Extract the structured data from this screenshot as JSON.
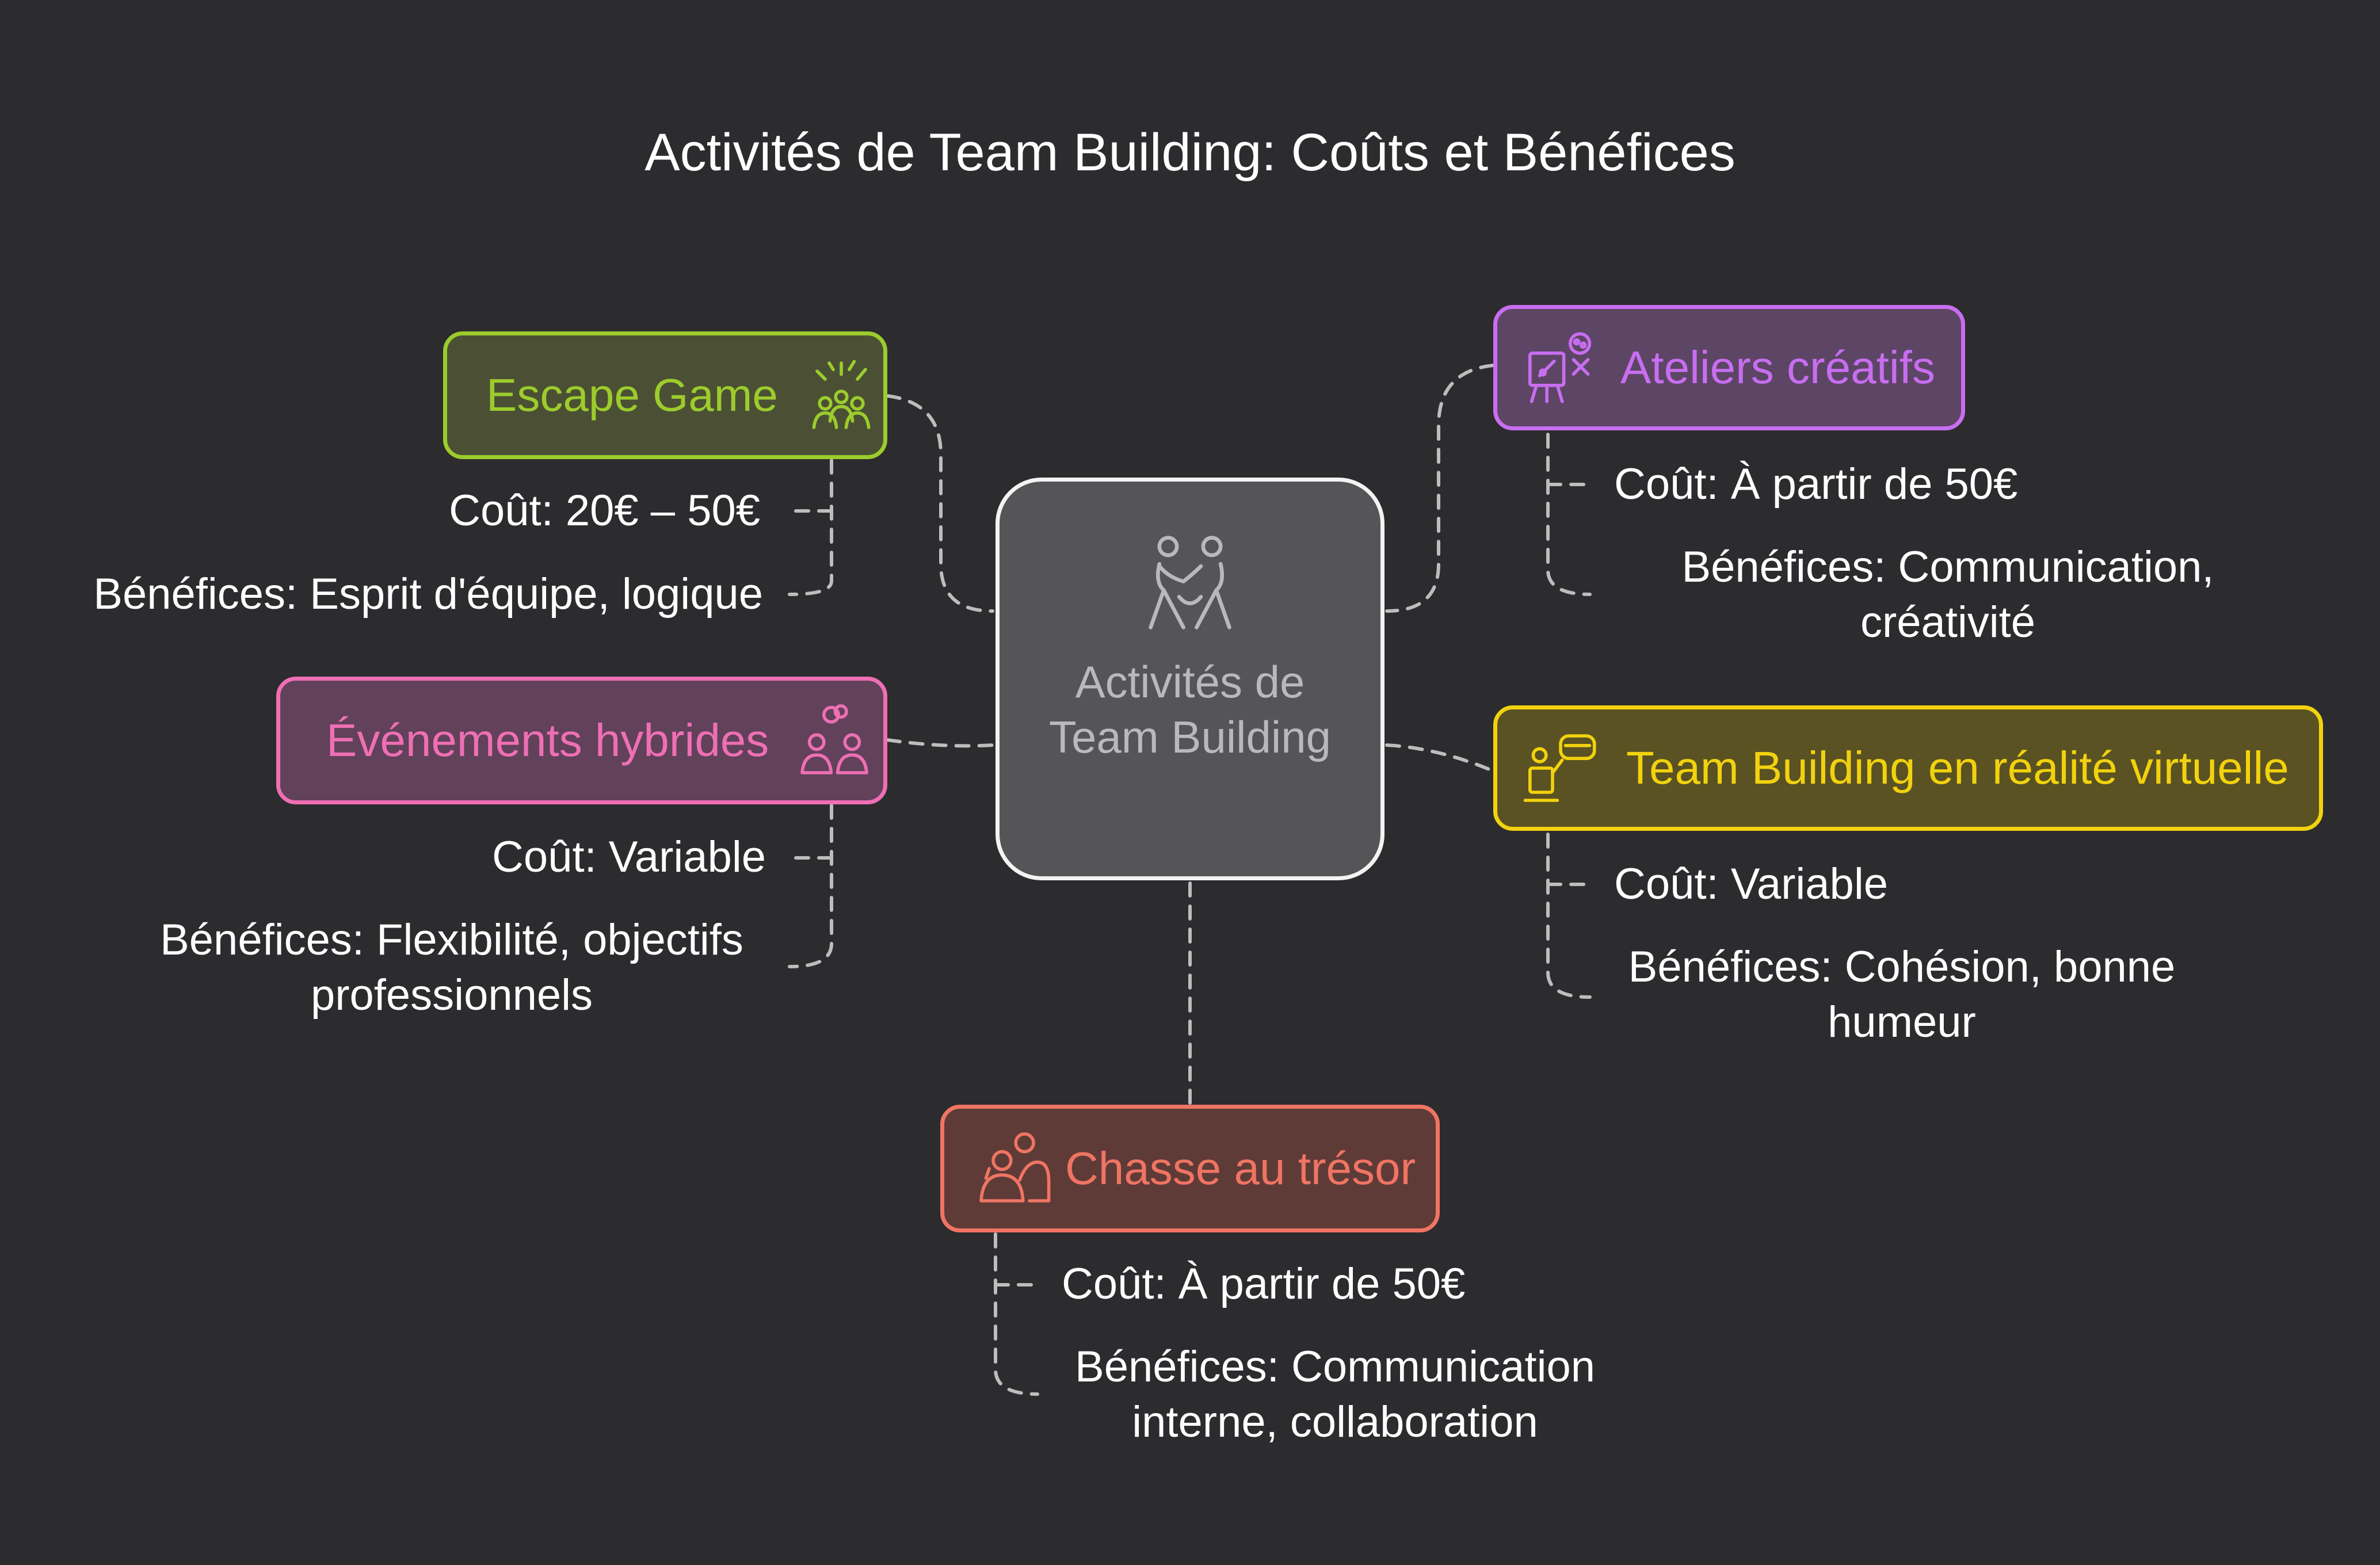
{
  "title": "Activités de Team Building: Coûts et Bénéfices",
  "center": {
    "label": "Activités de Team Building",
    "icon": "people-hug-icon"
  },
  "activities": [
    {
      "id": "escape-game",
      "name": "Escape Game",
      "icon": "celebration-group-icon",
      "color": "#9ccc2c",
      "cost": "Coût: 20€ – 50€",
      "benefits_lines": [
        "Bénéfices: Esprit d'équipe, logique"
      ]
    },
    {
      "id": "ateliers-creatifs",
      "name": "Ateliers créatifs",
      "icon": "easel-palette-icon",
      "color": "#c86ef0",
      "cost": "Coût: À partir de 50€",
      "benefits_lines": [
        "Bénéfices: Communication,",
        "créativité"
      ]
    },
    {
      "id": "evenements-hybrides",
      "name": "Événements hybrides",
      "icon": "hybrid-people-icon",
      "color": "#ee6fb4",
      "cost": "Coût: Variable",
      "benefits_lines": [
        "Bénéfices: Flexibilité, objectifs",
        "professionnels"
      ]
    },
    {
      "id": "vr",
      "name": "Team Building en réalité virtuelle",
      "icon": "vr-headset-icon",
      "color": "#f2d20e",
      "cost": "Coût: Variable",
      "benefits_lines": [
        "Bénéfices: Cohésion, bonne",
        "humeur"
      ]
    },
    {
      "id": "chasse-au-tresor",
      "name": "Chasse au trésor",
      "icon": "treasure-team-icon",
      "color": "#f07463",
      "cost": "Coût: À partir de 50€",
      "benefits_lines": [
        "Bénéfices: Communication",
        "interne, collaboration"
      ]
    }
  ],
  "colors": {
    "background": "#2c2b2e",
    "center_fill": "#555457",
    "center_border": "#f3f3f3",
    "connector": "#bdbdbd",
    "text": "#ffffff"
  }
}
